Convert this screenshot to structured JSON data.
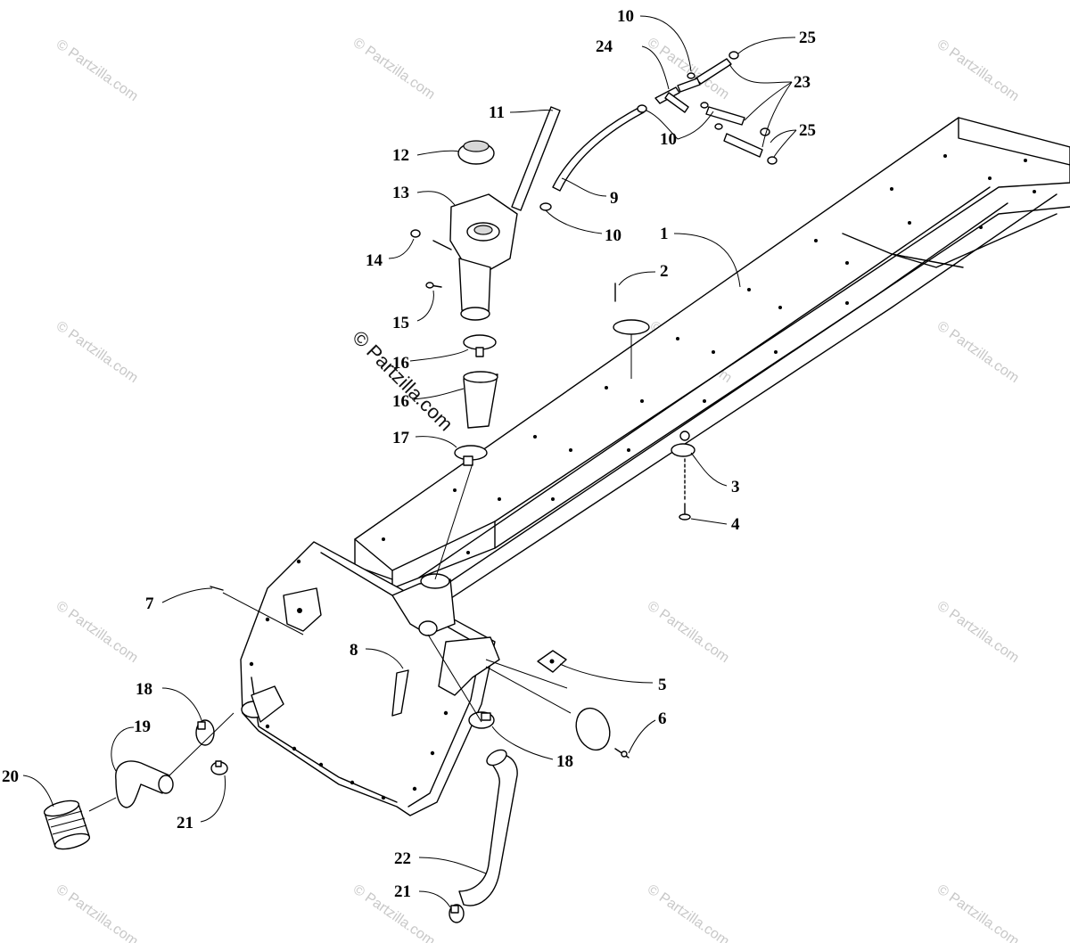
{
  "watermark": {
    "text": "© Partzilla.com"
  },
  "callouts": [
    {
      "id": "c1",
      "label": "1"
    },
    {
      "id": "c2",
      "label": "2"
    },
    {
      "id": "c3",
      "label": "3"
    },
    {
      "id": "c4",
      "label": "4"
    },
    {
      "id": "c5",
      "label": "5"
    },
    {
      "id": "c6",
      "label": "6"
    },
    {
      "id": "c7",
      "label": "7"
    },
    {
      "id": "c8",
      "label": "8"
    },
    {
      "id": "c9",
      "label": "9"
    },
    {
      "id": "c10a",
      "label": "10"
    },
    {
      "id": "c10b",
      "label": "10"
    },
    {
      "id": "c10c",
      "label": "10"
    },
    {
      "id": "c11",
      "label": "11"
    },
    {
      "id": "c12",
      "label": "12"
    },
    {
      "id": "c13",
      "label": "13"
    },
    {
      "id": "c14",
      "label": "14"
    },
    {
      "id": "c15",
      "label": "15"
    },
    {
      "id": "c16a",
      "label": "16"
    },
    {
      "id": "c16b",
      "label": "16"
    },
    {
      "id": "c17",
      "label": "17"
    },
    {
      "id": "c18a",
      "label": "18"
    },
    {
      "id": "c18b",
      "label": "18"
    },
    {
      "id": "c19",
      "label": "19"
    },
    {
      "id": "c20",
      "label": "20"
    },
    {
      "id": "c21a",
      "label": "21"
    },
    {
      "id": "c21b",
      "label": "21"
    },
    {
      "id": "c22",
      "label": "22"
    },
    {
      "id": "c23",
      "label": "23"
    },
    {
      "id": "c24",
      "label": "24"
    },
    {
      "id": "c25a",
      "label": "25"
    },
    {
      "id": "c25b",
      "label": "25"
    }
  ]
}
